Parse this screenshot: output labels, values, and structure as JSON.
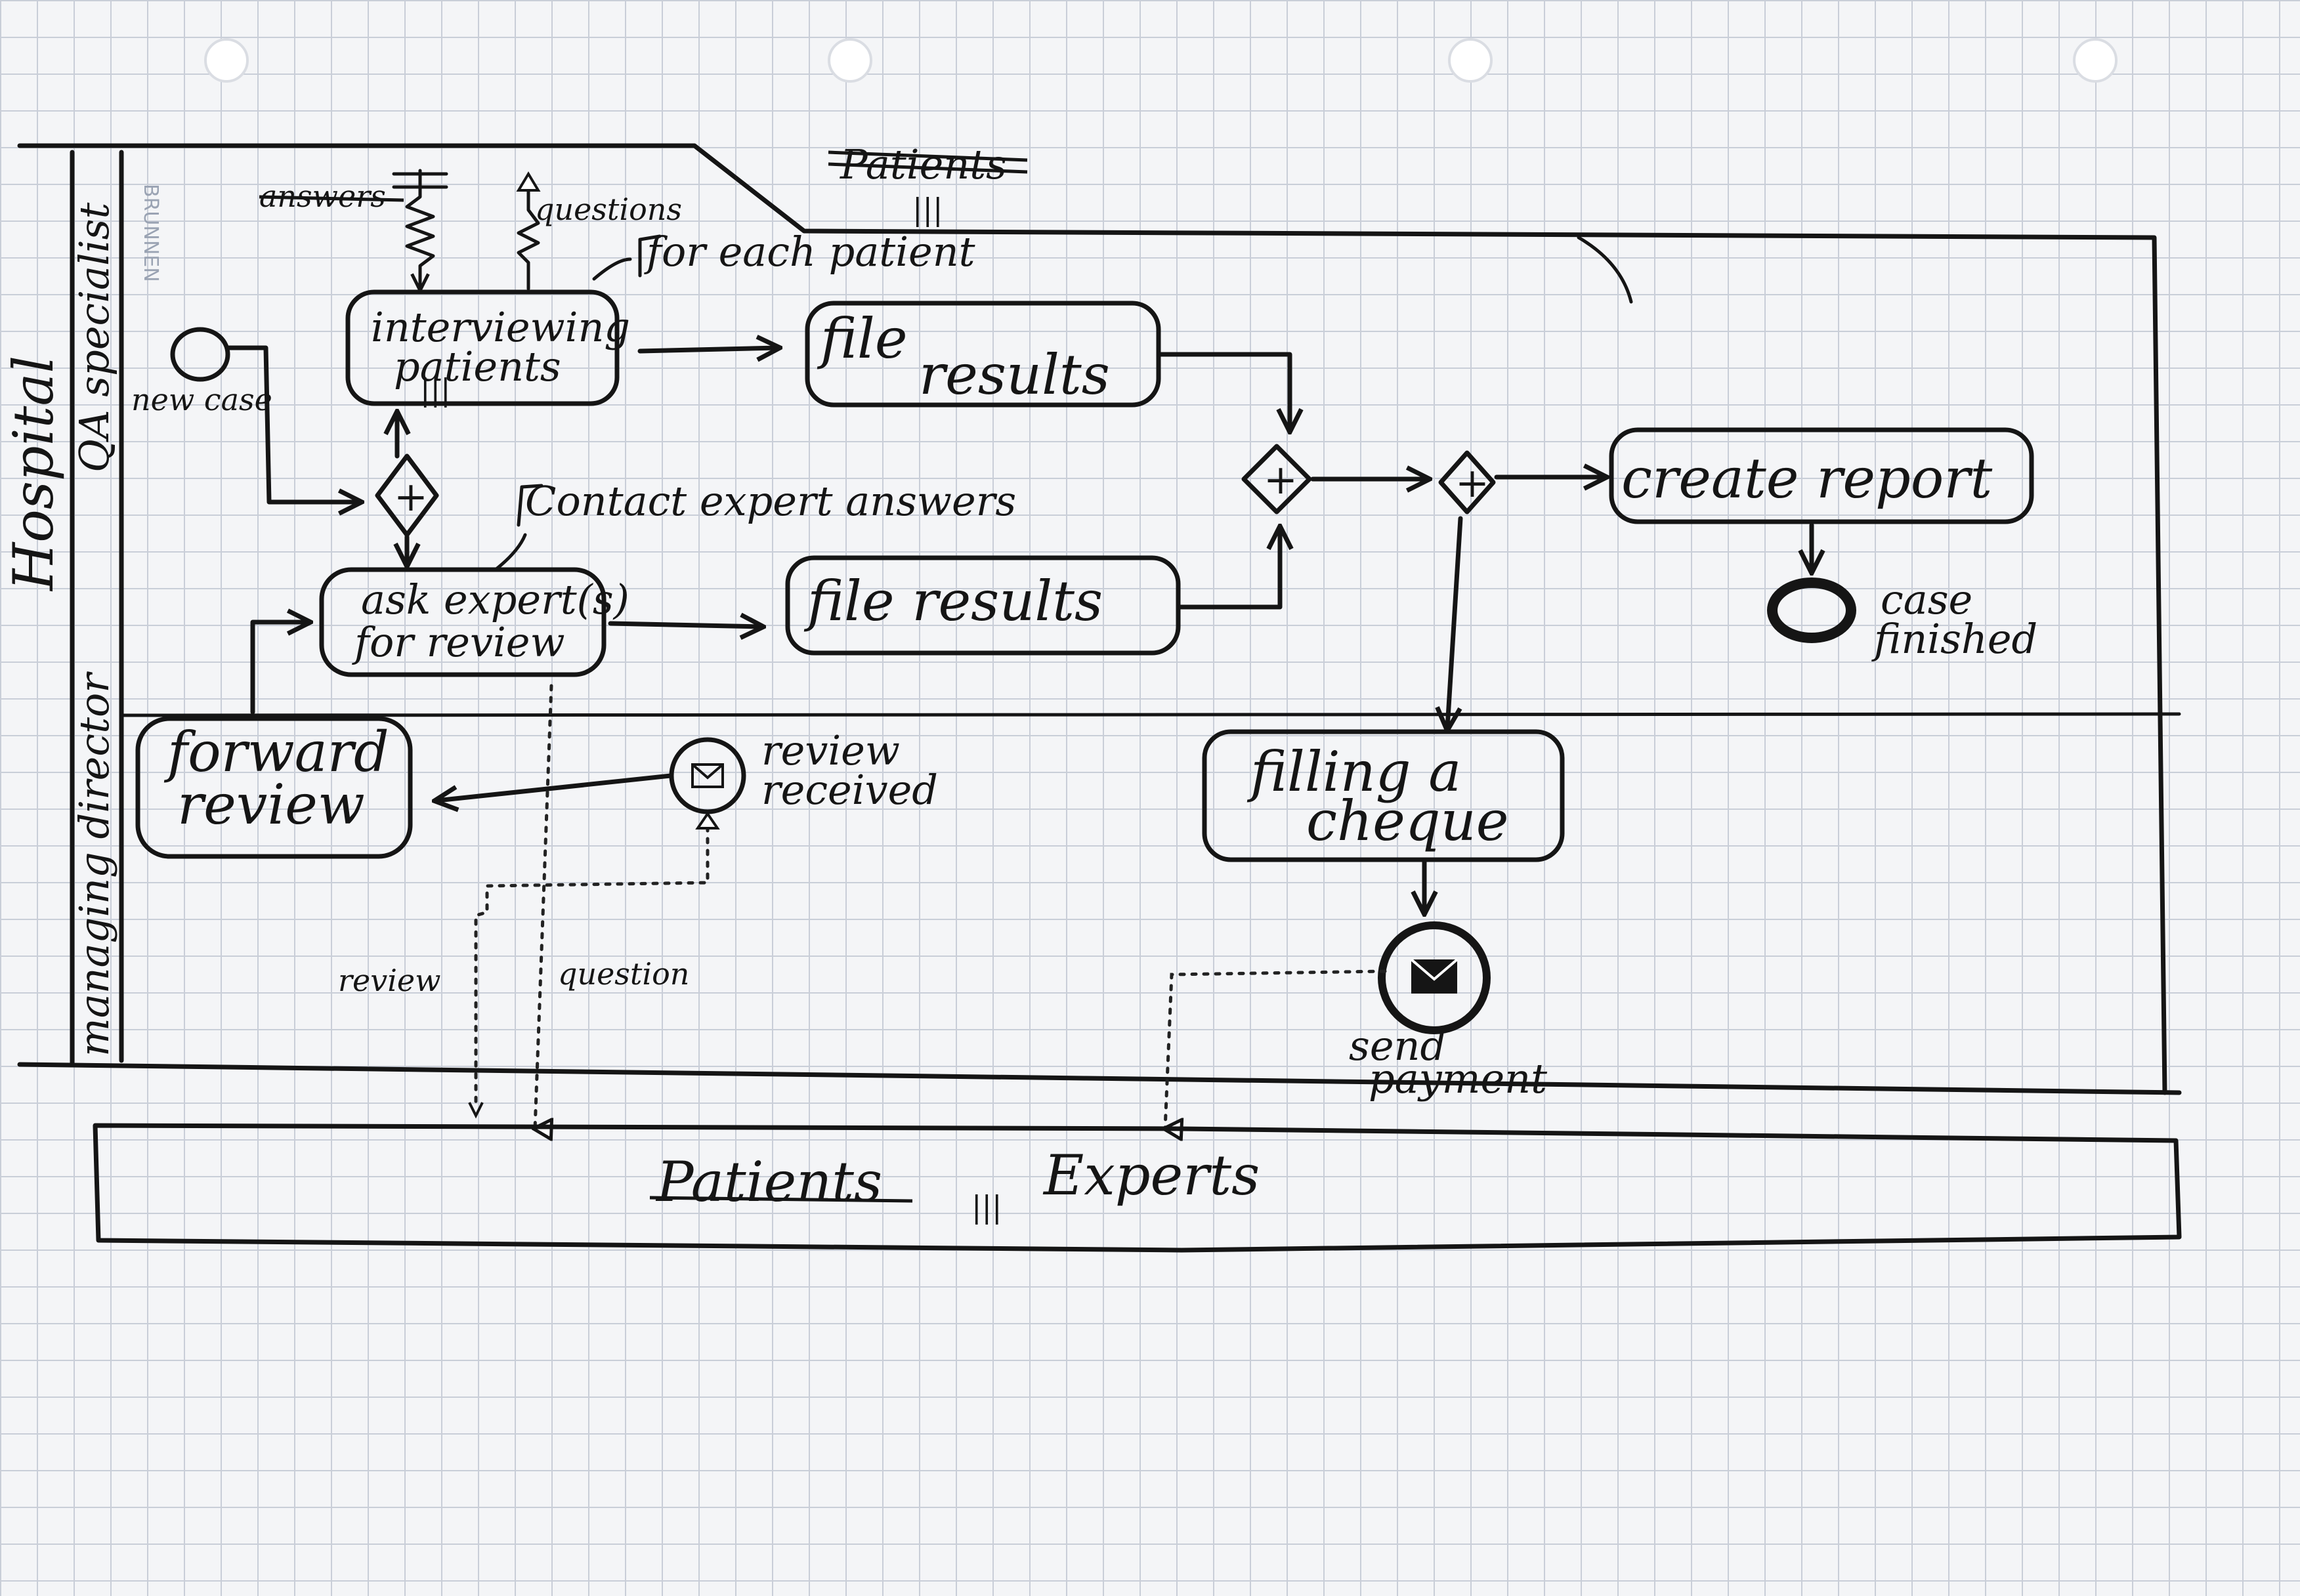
{
  "lanes": {
    "pool": "Hospital",
    "qa_specialist": "QA specialist",
    "managing_director": "managing director"
  },
  "events": {
    "start": "new case",
    "end": "case finished",
    "review_received": "review received",
    "send_payment": "send payment"
  },
  "tasks": {
    "interview": [
      "interviewing",
      "patients"
    ],
    "interview_marker": "|||",
    "file_results_1": [
      "file",
      "results"
    ],
    "ask_expert": [
      "ask expert(s)",
      "for review"
    ],
    "file_results_2": "file results",
    "create_report": "create report",
    "forward_review": [
      "forward",
      "review"
    ],
    "filling_cheque": [
      "filling a",
      "cheque"
    ]
  },
  "gateways": {
    "parallel": "+"
  },
  "annotations": {
    "for_each_patient": "for each patient",
    "contact_expert_answers": "Contact expert answers"
  },
  "flow_labels": {
    "answers_struck": "answers",
    "questions": "questions",
    "review": "review",
    "question": "question"
  },
  "pools": {
    "patients_top_struck": "Patients",
    "patients_top_marker": "|||",
    "bottom_struck": "Patients",
    "bottom_marker": "|||",
    "bottom": "Experts"
  },
  "paper": {
    "brand": "BRUNNEN"
  }
}
